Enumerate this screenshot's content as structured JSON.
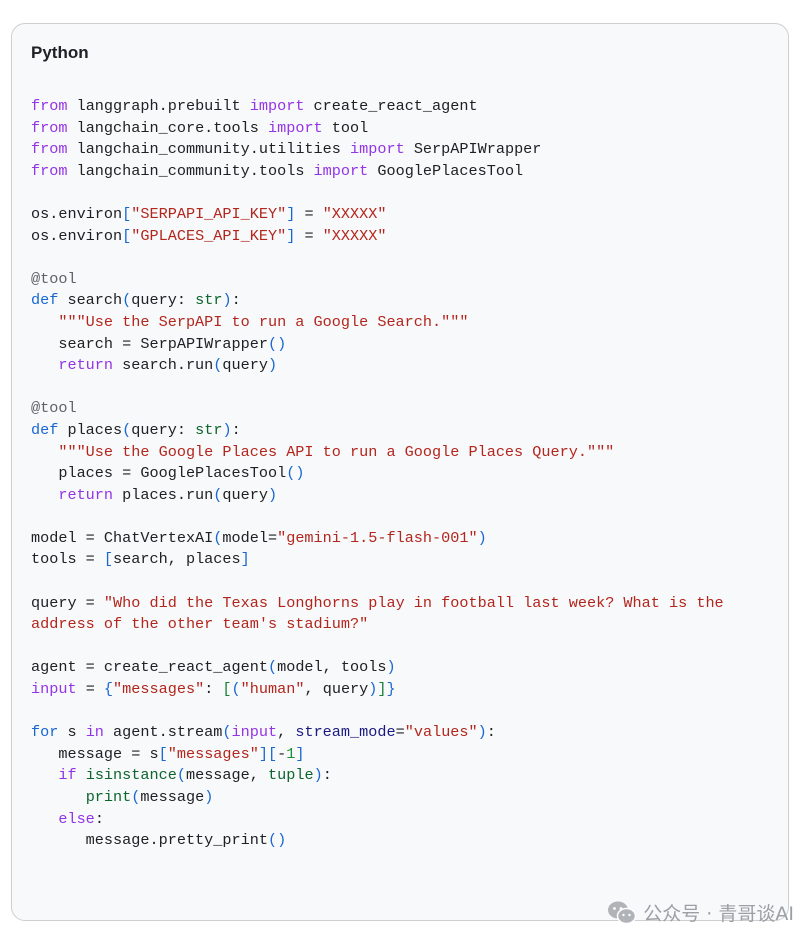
{
  "code_block": {
    "language": "Python",
    "lines": [
      [
        {
          "t": "from",
          "c": "kw"
        },
        {
          "t": " langgraph.prebuilt "
        },
        {
          "t": "import",
          "c": "kw"
        },
        {
          "t": " create_react_agent"
        }
      ],
      [
        {
          "t": "from",
          "c": "kw"
        },
        {
          "t": " langchain_core.tools "
        },
        {
          "t": "import",
          "c": "kw"
        },
        {
          "t": " tool"
        }
      ],
      [
        {
          "t": "from",
          "c": "kw"
        },
        {
          "t": " langchain_community.utilities "
        },
        {
          "t": "import",
          "c": "kw"
        },
        {
          "t": " SerpAPIWrapper"
        }
      ],
      [
        {
          "t": "from",
          "c": "kw"
        },
        {
          "t": " langchain_community.tools "
        },
        {
          "t": "import",
          "c": "kw"
        },
        {
          "t": " GooglePlacesTool"
        }
      ],
      [],
      [
        {
          "t": "os.environ"
        },
        {
          "t": "[",
          "c": "br1"
        },
        {
          "t": "\"SERPAPI_API_KEY\"",
          "c": "str"
        },
        {
          "t": "]",
          "c": "br1"
        },
        {
          "t": " = "
        },
        {
          "t": "\"XXXXX\"",
          "c": "str"
        }
      ],
      [
        {
          "t": "os.environ"
        },
        {
          "t": "[",
          "c": "br1"
        },
        {
          "t": "\"GPLACES_API_KEY\"",
          "c": "str"
        },
        {
          "t": "]",
          "c": "br1"
        },
        {
          "t": " = "
        },
        {
          "t": "\"XXXXX\"",
          "c": "str"
        }
      ],
      [],
      [
        {
          "t": "@tool",
          "c": "deco"
        }
      ],
      [
        {
          "t": "def",
          "c": "kw2"
        },
        {
          "t": " search"
        },
        {
          "t": "(",
          "c": "br1"
        },
        {
          "t": "query"
        },
        {
          "t": ": "
        },
        {
          "t": "str",
          "c": "builtin"
        },
        {
          "t": ")",
          "c": "br1"
        },
        {
          "t": ":"
        }
      ],
      [
        {
          "t": "   "
        },
        {
          "t": "\"\"\"Use the SerpAPI to run a Google Search.\"\"\"",
          "c": "str"
        }
      ],
      [
        {
          "t": "   search = SerpAPIWrapper"
        },
        {
          "t": "()",
          "c": "br1"
        }
      ],
      [
        {
          "t": "   "
        },
        {
          "t": "return",
          "c": "kw"
        },
        {
          "t": " search.run"
        },
        {
          "t": "(",
          "c": "br1"
        },
        {
          "t": "query"
        },
        {
          "t": ")",
          "c": "br1"
        }
      ],
      [],
      [
        {
          "t": "@tool",
          "c": "deco"
        }
      ],
      [
        {
          "t": "def",
          "c": "kw2"
        },
        {
          "t": " places"
        },
        {
          "t": "(",
          "c": "br1"
        },
        {
          "t": "query"
        },
        {
          "t": ": "
        },
        {
          "t": "str",
          "c": "builtin"
        },
        {
          "t": ")",
          "c": "br1"
        },
        {
          "t": ":"
        }
      ],
      [
        {
          "t": "   "
        },
        {
          "t": "\"\"\"Use the Google Places API to run a Google Places Query.\"\"\"",
          "c": "str"
        }
      ],
      [
        {
          "t": "   places = GooglePlacesTool"
        },
        {
          "t": "()",
          "c": "br1"
        }
      ],
      [
        {
          "t": "   "
        },
        {
          "t": "return",
          "c": "kw"
        },
        {
          "t": " places.run"
        },
        {
          "t": "(",
          "c": "br1"
        },
        {
          "t": "query"
        },
        {
          "t": ")",
          "c": "br1"
        }
      ],
      [],
      [
        {
          "t": "model = ChatVertexAI"
        },
        {
          "t": "(",
          "c": "br1"
        },
        {
          "t": "model="
        },
        {
          "t": "\"gemini-1.5-flash-001\"",
          "c": "str"
        },
        {
          "t": ")",
          "c": "br1"
        }
      ],
      [
        {
          "t": "tools = "
        },
        {
          "t": "[",
          "c": "br1"
        },
        {
          "t": "search, places"
        },
        {
          "t": "]",
          "c": "br1"
        }
      ],
      [],
      [
        {
          "t": "query = "
        },
        {
          "t": "\"Who did the Texas Longhorns play in football last week? What is the",
          "c": "str"
        }
      ],
      [
        {
          "t": "address of the other team's stadium?\"",
          "c": "str"
        }
      ],
      [],
      [
        {
          "t": "agent = create_react_agent"
        },
        {
          "t": "(",
          "c": "br1"
        },
        {
          "t": "model, tools"
        },
        {
          "t": ")",
          "c": "br1"
        }
      ],
      [
        {
          "t": "input",
          "c": "kw"
        },
        {
          "t": " = "
        },
        {
          "t": "{",
          "c": "br1"
        },
        {
          "t": "\"messages\"",
          "c": "str"
        },
        {
          "t": ": "
        },
        {
          "t": "[",
          "c": "br2"
        },
        {
          "t": "(",
          "c": "br1"
        },
        {
          "t": "\"human\"",
          "c": "str"
        },
        {
          "t": ", query"
        },
        {
          "t": ")",
          "c": "br1"
        },
        {
          "t": "]",
          "c": "br2"
        },
        {
          "t": "}",
          "c": "br1"
        }
      ],
      [],
      [
        {
          "t": "for",
          "c": "kw2"
        },
        {
          "t": " s "
        },
        {
          "t": "in",
          "c": "kw"
        },
        {
          "t": " agent.stream"
        },
        {
          "t": "(",
          "c": "br1"
        },
        {
          "t": "input",
          "c": "kw"
        },
        {
          "t": ", "
        },
        {
          "t": "stream_mode",
          "c": "fn"
        },
        {
          "t": "="
        },
        {
          "t": "\"values\"",
          "c": "str"
        },
        {
          "t": ")",
          "c": "br1"
        },
        {
          "t": ":"
        }
      ],
      [
        {
          "t": "   message = s"
        },
        {
          "t": "[",
          "c": "br1"
        },
        {
          "t": "\"messages\"",
          "c": "str"
        },
        {
          "t": "][",
          "c": "br1"
        },
        {
          "t": "-"
        },
        {
          "t": "1",
          "c": "num"
        },
        {
          "t": "]",
          "c": "br1"
        }
      ],
      [
        {
          "t": "   "
        },
        {
          "t": "if",
          "c": "kw"
        },
        {
          "t": " "
        },
        {
          "t": "isinstance",
          "c": "builtin"
        },
        {
          "t": "(",
          "c": "br1"
        },
        {
          "t": "message, "
        },
        {
          "t": "tuple",
          "c": "builtin"
        },
        {
          "t": ")",
          "c": "br1"
        },
        {
          "t": ":"
        }
      ],
      [
        {
          "t": "      "
        },
        {
          "t": "print",
          "c": "builtin"
        },
        {
          "t": "(",
          "c": "br1"
        },
        {
          "t": "message"
        },
        {
          "t": ")",
          "c": "br1"
        }
      ],
      [
        {
          "t": "   "
        },
        {
          "t": "else",
          "c": "kw"
        },
        {
          "t": ":"
        }
      ],
      [
        {
          "t": "      message.pretty_print"
        },
        {
          "t": "()",
          "c": "br1"
        }
      ]
    ]
  },
  "watermark": {
    "text": "公众号 · 青哥谈AI",
    "icon": "wechat-icon"
  }
}
